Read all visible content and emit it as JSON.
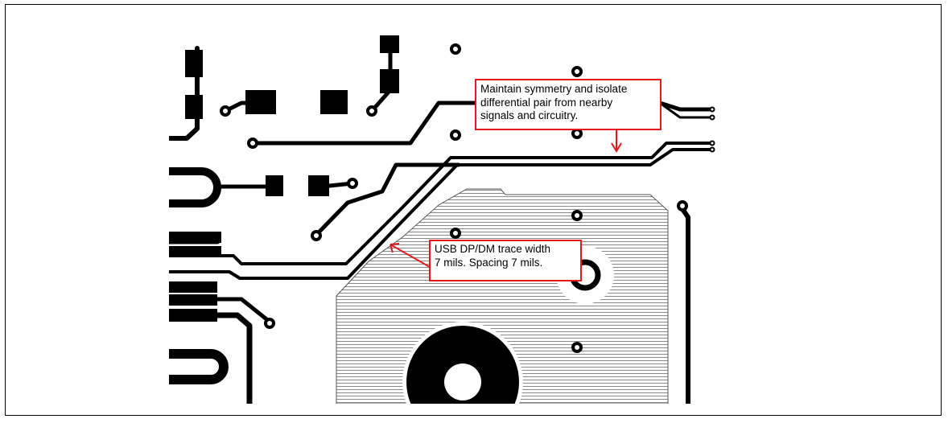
{
  "annotations": {
    "symmetry_note": {
      "lines": [
        "Maintain symmetry and isolate",
        "differential pair from nearby",
        "signals and circuitry."
      ]
    },
    "trace_note": {
      "lines": [
        "USB DP/DM trace width",
        "7 mils. Spacing 7 mils."
      ]
    }
  },
  "colors": {
    "copper": "#000000",
    "board": "#ffffff",
    "callout_border": "#e3171c",
    "arrow": "#e3171c",
    "hatch": "#8a8a8a"
  }
}
